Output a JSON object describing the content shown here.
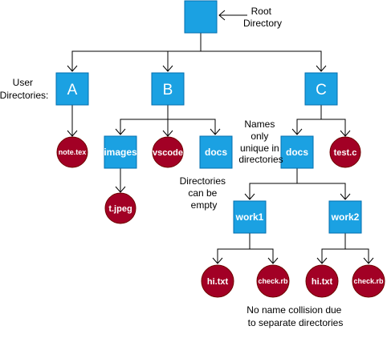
{
  "nodes": {
    "root": "",
    "a": "A",
    "b": "B",
    "c": "C",
    "note_tex": "note.tex",
    "images": "images",
    "vscode": "vscode",
    "docs_b": "docs",
    "t_jpeg": "t.jpeg",
    "docs_c": "docs",
    "test_c": "test.c",
    "work1": "work1",
    "work2": "work2",
    "hi_txt_1": "hi.txt",
    "check_rb_1": "check.rb",
    "hi_txt_2": "hi.txt",
    "check_rb_2": "check.rb"
  },
  "annotations": {
    "root_directory": [
      "Root",
      "Directory"
    ],
    "user_directories": [
      "User",
      "Directories:"
    ],
    "names_unique": [
      "Names",
      "only",
      "unique in",
      "directories"
    ],
    "directories_empty": [
      "Directories",
      "can be",
      "empty"
    ],
    "no_collision": [
      "No name collision due",
      "to separate directories"
    ]
  },
  "colors": {
    "directory_fill": "#1ba1e2",
    "directory_stroke": "#006eaf",
    "file_fill": "#a20025",
    "file_stroke": "#6f0000",
    "edge": "#000000"
  }
}
